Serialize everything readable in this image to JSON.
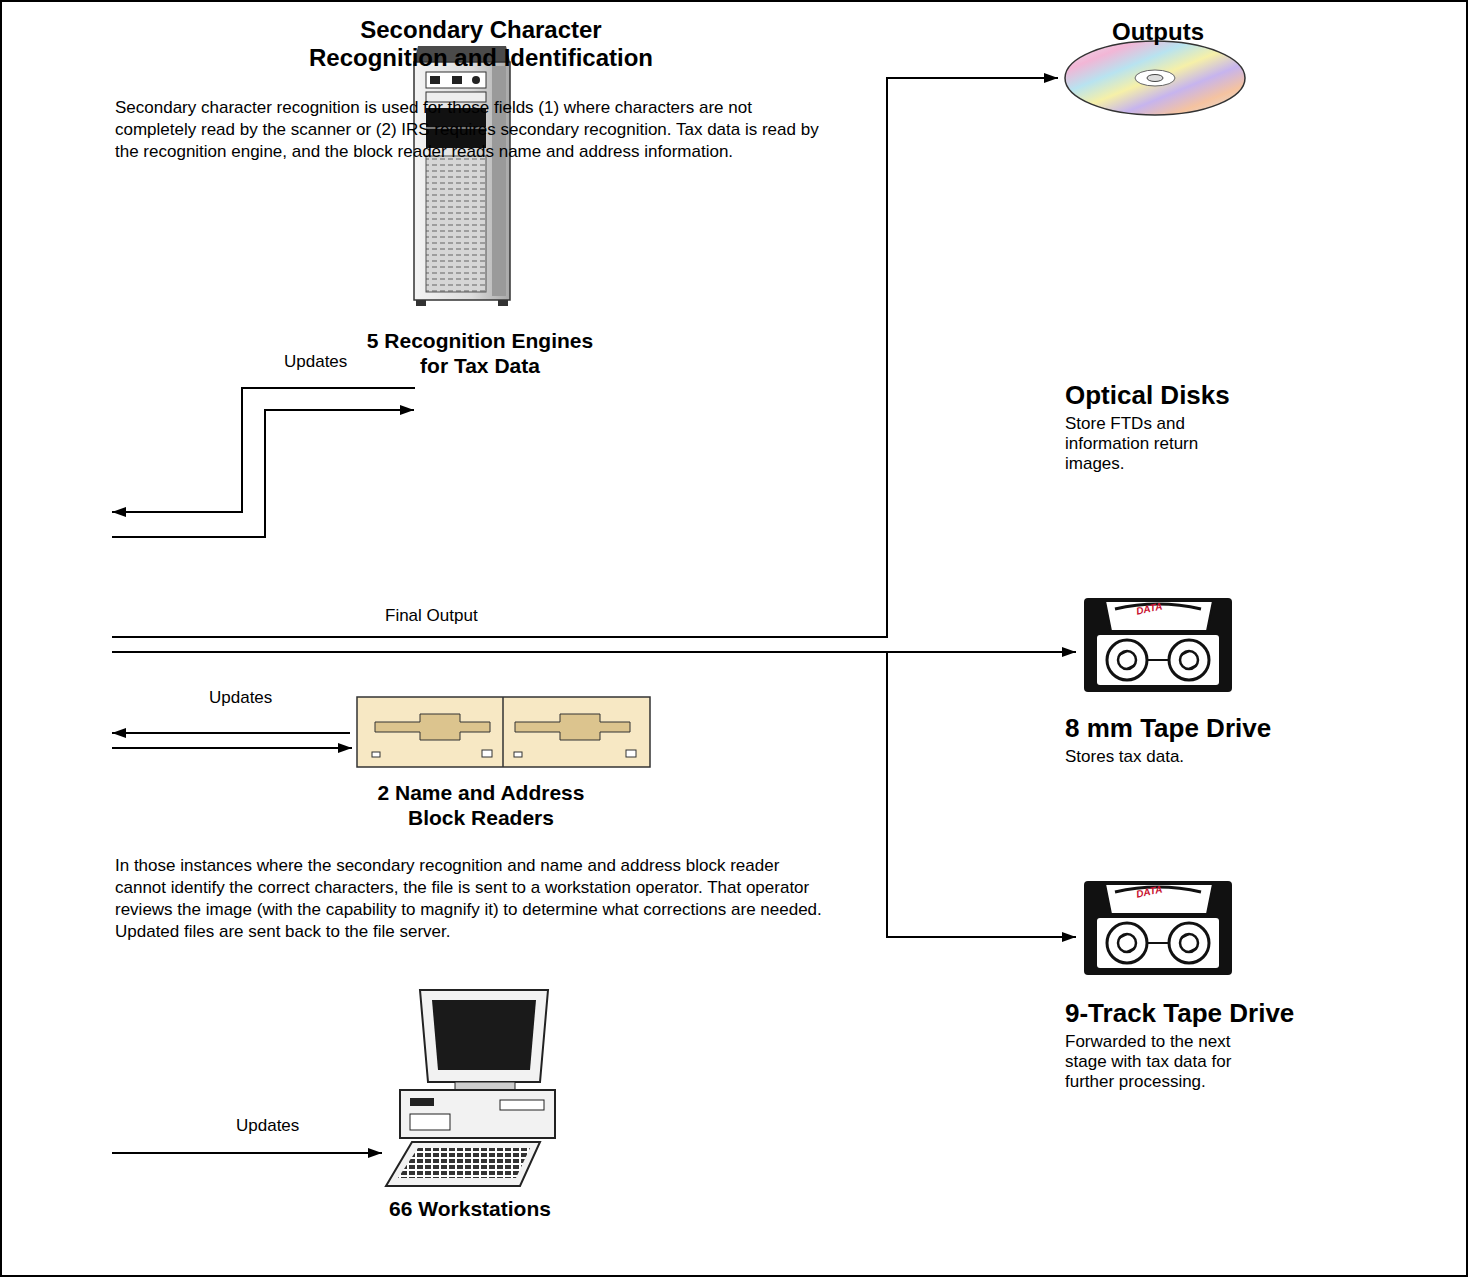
{
  "diagram": {
    "title": "Secondary Character Recognition and Identification",
    "nodes": [
      {
        "text": [
          "5 Recognition Engines for Tax Data"
        ]
      },
      {
        "text": [
          "Optical Disks",
          "Store FTDs and information return images."
        ]
      },
      {
        "text": [
          "8 mm Tape Drive",
          "Stores tax data."
        ]
      },
      {
        "text": [
          "2 Name and Address Block Readers"
        ]
      },
      {
        "text": [
          "9-Track Tape Drive",
          "Forwarded to the next stage with tax data for further processing."
        ]
      },
      {
        "text": [
          "66 Workstations"
        ]
      }
    ],
    "labels": [
      "Outputs",
      "Secondary character recognition is used for those fields (1) where characters are not completely read by the scanner or (2) IRS requires secondary recognition. Tax data is read by the recognition engine, and the block reader reads name and address information.",
      "Updates",
      "Final Output",
      "DATA",
      "Updates",
      "In those instances where the secondary recognition and name and address block reader cannot identify the correct characters, the file is sent to a workstation operator. That operator reviews the image (with the capability to magnify it) to determine what corrections are needed. Updated files are sent back to the file server.",
      "DATA",
      "Updates"
    ]
  }
}
